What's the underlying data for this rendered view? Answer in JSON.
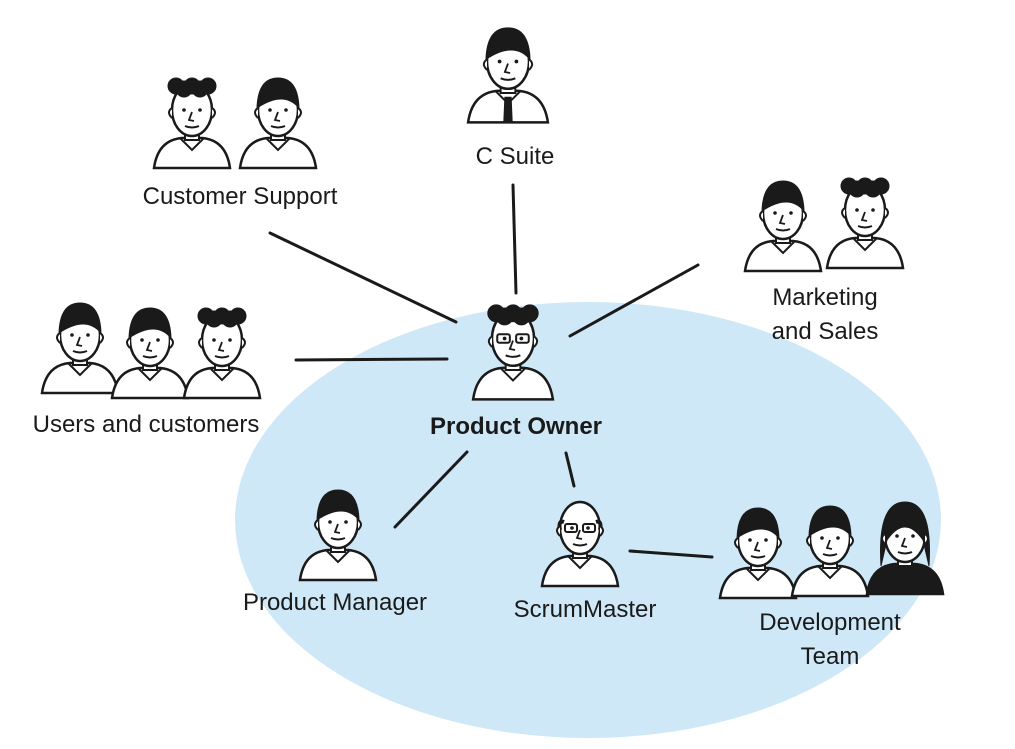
{
  "diagram": {
    "center": {
      "label": "Product Owner"
    },
    "stakeholders": {
      "customer_support": {
        "label": "Customer Support"
      },
      "c_suite": {
        "label": "C Suite"
      },
      "marketing_and_sales": {
        "label_line1": "Marketing",
        "label_line2": "and Sales"
      },
      "users_and_customers": {
        "label": "Users and customers"
      },
      "product_manager": {
        "label": "Product Manager"
      },
      "scrum_master": {
        "label": "ScrumMaster"
      },
      "development_team": {
        "label_line1": "Development",
        "label_line2": "Team"
      }
    },
    "colors": {
      "ellipse_fill": "#cfe8f7",
      "ink": "#1a1a1a",
      "skin": "#ffffff",
      "hair": "#1a1a1a"
    }
  }
}
